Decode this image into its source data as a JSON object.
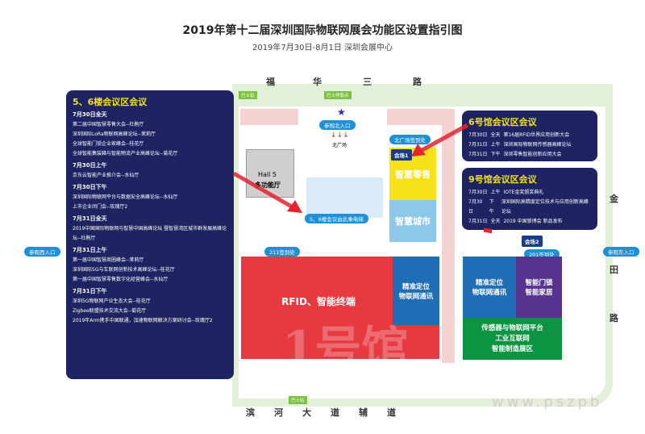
{
  "header": {
    "title": "2019年第十二届深圳国际物联网展会功能区设置指引图",
    "subtitle": "2019年7月30日-8月1日  深圳会展中心"
  },
  "roads": {
    "north": [
      "福",
      "华",
      "三",
      "路"
    ],
    "south": [
      "滨",
      "河",
      "大",
      "道",
      "辅",
      "道"
    ],
    "east": [
      "金",
      "田",
      "路"
    ]
  },
  "signs": {
    "bus_stop": "巴士站",
    "bus_terminal": "巴士停靠点",
    "north_entrance": "参观北入口",
    "north_plaza": "北广场",
    "west_entrance": "参观西入口",
    "east_entrance": "参观东入口",
    "north_checkin": "北广场签到处",
    "checkin_211": "211签到处",
    "checkin_201": "201签到处",
    "elevator": "5、6楼会议由此乘电梯",
    "venue1": "会场1",
    "venue2": "会场2",
    "hall5_en": "Hall 5",
    "hall5": "多功能厅"
  },
  "zones": {
    "rfid": "RFID、智能终端",
    "positioning_1": "精准定位\n物联网通讯",
    "retail": "智慧零售",
    "city": "智慧城市",
    "positioning_9": "精准定位\n物联网通讯",
    "lock": "智能门锁\n智能家居",
    "sensor": "传感器与物联网平台\n工业互联网\n智能制造展区",
    "hall1": "1号馆",
    "hall6": "6号馆",
    "hall9": "9号馆"
  },
  "left_panel": {
    "title": "5、6楼会议区会议",
    "groups": [
      {
        "date": "7月30日全天",
        "items": [
          "第二届中国智慧零售大会--杜鹃厅",
          "深圳国际LoRa物联网高峰论坛--茉莉厅",
          "全球智能门锁企业家峰会--桂花厅",
          "全球智能集装箱与智能物流产业高峰论坛--菊花厅"
        ]
      },
      {
        "date": "7月30日上午",
        "items": [
          "京东云智能产业推介会--水仙厅"
        ]
      },
      {
        "date": "7月30日下午",
        "items": [
          "深圳国际物联网平台与数据安全高峰论坛--水仙厅",
          "上市企业闭门会--玫瑰厅2"
        ]
      },
      {
        "date": "7月31日全天",
        "items": [
          "2019中国国际物联网与智慧中国高峰论坛 暨智慧湾区城市群发展高峰论坛--杜鹃厅"
        ]
      },
      {
        "date": "7月31日上午",
        "items": [
          "第一届中国智慧商圈峰会--茉莉厅",
          "深圳国际5G与车联网创新技术高峰论坛--桂花厅",
          "第一届中国智慧零售数字化经营峰会--水仙厅"
        ]
      },
      {
        "date": "7月31日下午",
        "items": [
          "深圳5G物联网产业生态大会--桂花厅",
          "Zigbee联盟技术交流大会--菊花厅",
          "2019年Arm携手中国联通，加速物联网解决方案研讨会--玫瑰厅2"
        ]
      }
    ]
  },
  "hall6_panel": {
    "title": "6号馆会议区会议",
    "rows": [
      [
        "7月30日",
        "全天",
        "第16届RFID世界应用创新大会"
      ],
      [
        "7月31日",
        "上午",
        "深圳国际物联网传感器高峰论坛"
      ],
      [
        "7月31日",
        "下午",
        "深圳零售智能创新应用大会"
      ]
    ]
  },
  "hall9_panel": {
    "title": "9号馆会议区会议",
    "rows": [
      [
        "7月30日",
        "上午",
        "IOTE金奖颁奖典礼"
      ],
      [
        "7月30日",
        "下午",
        "深圳国际高精度定位技术与应用创新高峰论坛"
      ],
      [
        "7月31日",
        "全天",
        "2019 中国锁博会 新品发布"
      ]
    ]
  },
  "watermark": "www.pszpb",
  "colors": {
    "panel": "#1e2461",
    "red": "#e63a40",
    "blue": "#1f6db5",
    "yellow": "#f7e21a",
    "lightblue": "#8cc8ea",
    "purple": "#55338f",
    "green": "#0c9442"
  }
}
